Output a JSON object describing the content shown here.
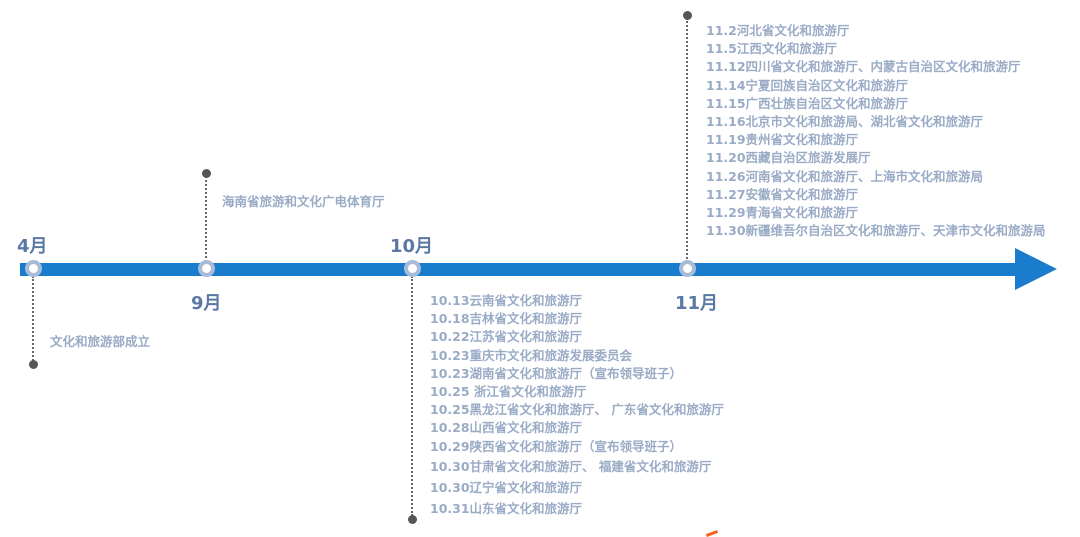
{
  "colors": {
    "axis": "#1a7ccc",
    "month": "#5a78a4",
    "text": "#9aabc6"
  },
  "months": [
    "4月",
    "9月",
    "10月",
    "11月"
  ],
  "april": {
    "event": "文化和旅游部成立"
  },
  "september": {
    "event": "海南省旅游和文化广电体育厅"
  },
  "october": {
    "events": [
      "10.13云南省文化和旅游厅",
      "10.18吉林省文化和旅游厅",
      "10.22江苏省文化和旅游厅",
      "10.23重庆市文化和旅游发展委员会",
      "10.23湖南省文化和旅游厅（宣布领导班子）",
      "10.25 浙江省文化和旅游厅",
      "10.25黑龙江省文化和旅游厅、 广东省文化和旅游厅",
      "10.28山西省文化和旅游厅",
      "10.29陕西省文化和旅游厅（宣布领导班子）",
      "10.30甘肃省文化和旅游厅、  福建省文化和旅游厅",
      "10.30辽宁省文化和旅游厅",
      "10.31山东省文化和旅游厅"
    ]
  },
  "november": {
    "events": [
      "11.2河北省文化和旅游厅",
      "11.5江西文化和旅游厅",
      "11.12四川省文化和旅游厅、内蒙古自治区文化和旅游厅",
      "11.14宁夏回族自治区文化和旅游厅",
      "11.15广西壮族自治区文化和旅游厅",
      "11.16北京市文化和旅游局、湖北省文化和旅游厅",
      "11.19贵州省文化和旅游厅",
      "11.20西藏自治区旅游发展厅",
      "11.26河南省文化和旅游厅、上海市文化和旅游局",
      "11.27安徽省文化和旅游厅",
      "11.29青海省文化和旅游厅",
      "11.30新疆维吾尔自治区文化和旅游厅、天津市文化和旅游局"
    ]
  }
}
